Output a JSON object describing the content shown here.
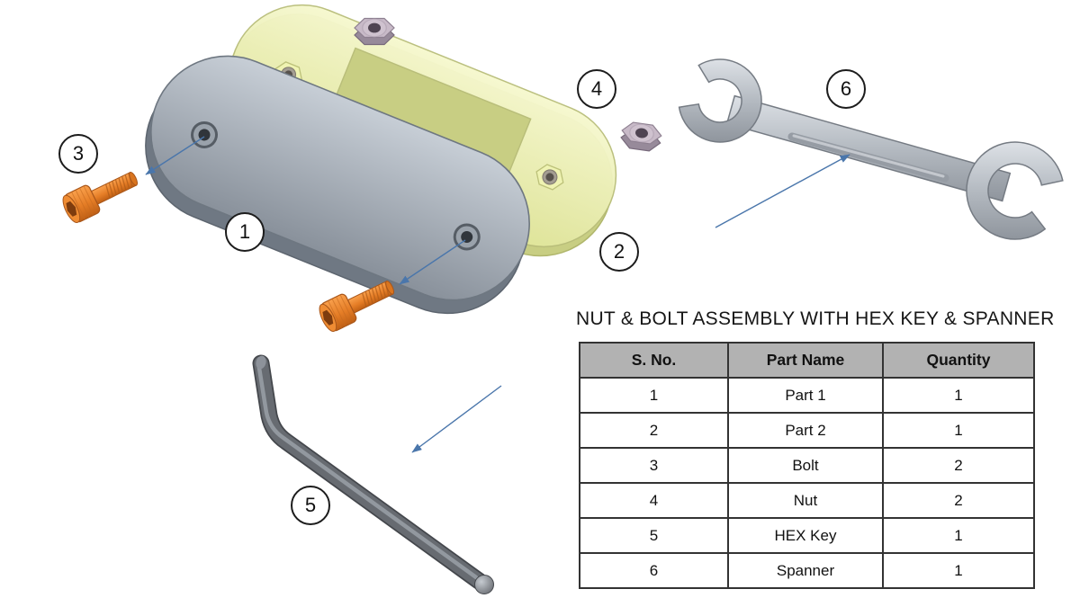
{
  "title": "NUT & BOLT ASSEMBLY WITH HEX KEY & SPANNER",
  "table": {
    "headers": [
      "S. No.",
      "Part Name",
      "Quantity"
    ],
    "rows": [
      [
        "1",
        "Part 1",
        "1"
      ],
      [
        "2",
        "Part 2",
        "1"
      ],
      [
        "3",
        "Bolt",
        "2"
      ],
      [
        "4",
        "Nut",
        "2"
      ],
      [
        "5",
        "HEX Key",
        "1"
      ],
      [
        "6",
        "Spanner",
        "1"
      ]
    ]
  },
  "balloons": [
    {
      "label": "1"
    },
    {
      "label": "2"
    },
    {
      "label": "3"
    },
    {
      "label": "4"
    },
    {
      "label": "5"
    },
    {
      "label": "6"
    }
  ],
  "colors": {
    "bolt_orange": "#e57d26",
    "part1_gray": "#a9b1ba",
    "part2_yellow": "#eef0ae",
    "nut_mauve": "#c8bac8",
    "tool_gray": "#b4bac1",
    "leader_blue": "#4a76ab",
    "table_header_bg": "#b2b2b2",
    "table_border": "#333333"
  }
}
